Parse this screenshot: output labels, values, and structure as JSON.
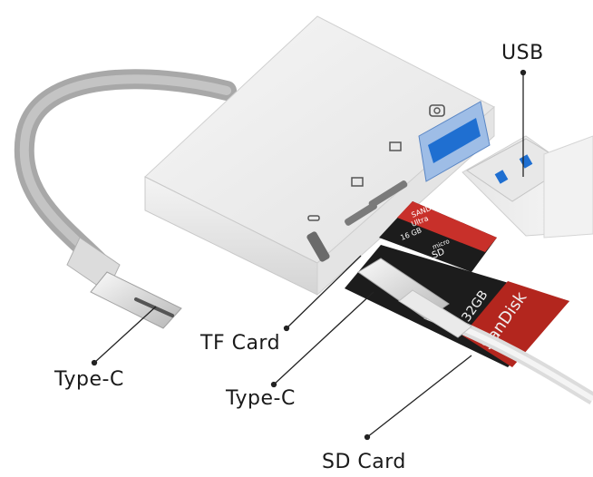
{
  "labels": {
    "usb": "USB",
    "tf_card": "TF Card",
    "type_c_cable": "Type-C",
    "type_c_port": "Type-C",
    "sd_card": "SD Card"
  },
  "tf_card": {
    "brand": "SANDISK",
    "line": "Ultra",
    "capacity": "16 GB",
    "micro": "micro",
    "sd": "SD"
  },
  "sd_card": {
    "brand": "SanDisk",
    "capacity": "32GB"
  },
  "icons": [
    "camera-icon",
    "tf-slot-icon",
    "sd-slot-icon",
    "type-c-slot-icon"
  ],
  "colors": {
    "hub_body": "#eeeeee",
    "usb_blue": "#1f6fd1",
    "tf_red": "#c8302a",
    "sd_black": "#1c1c1c",
    "sd_red": "#b3261e"
  }
}
